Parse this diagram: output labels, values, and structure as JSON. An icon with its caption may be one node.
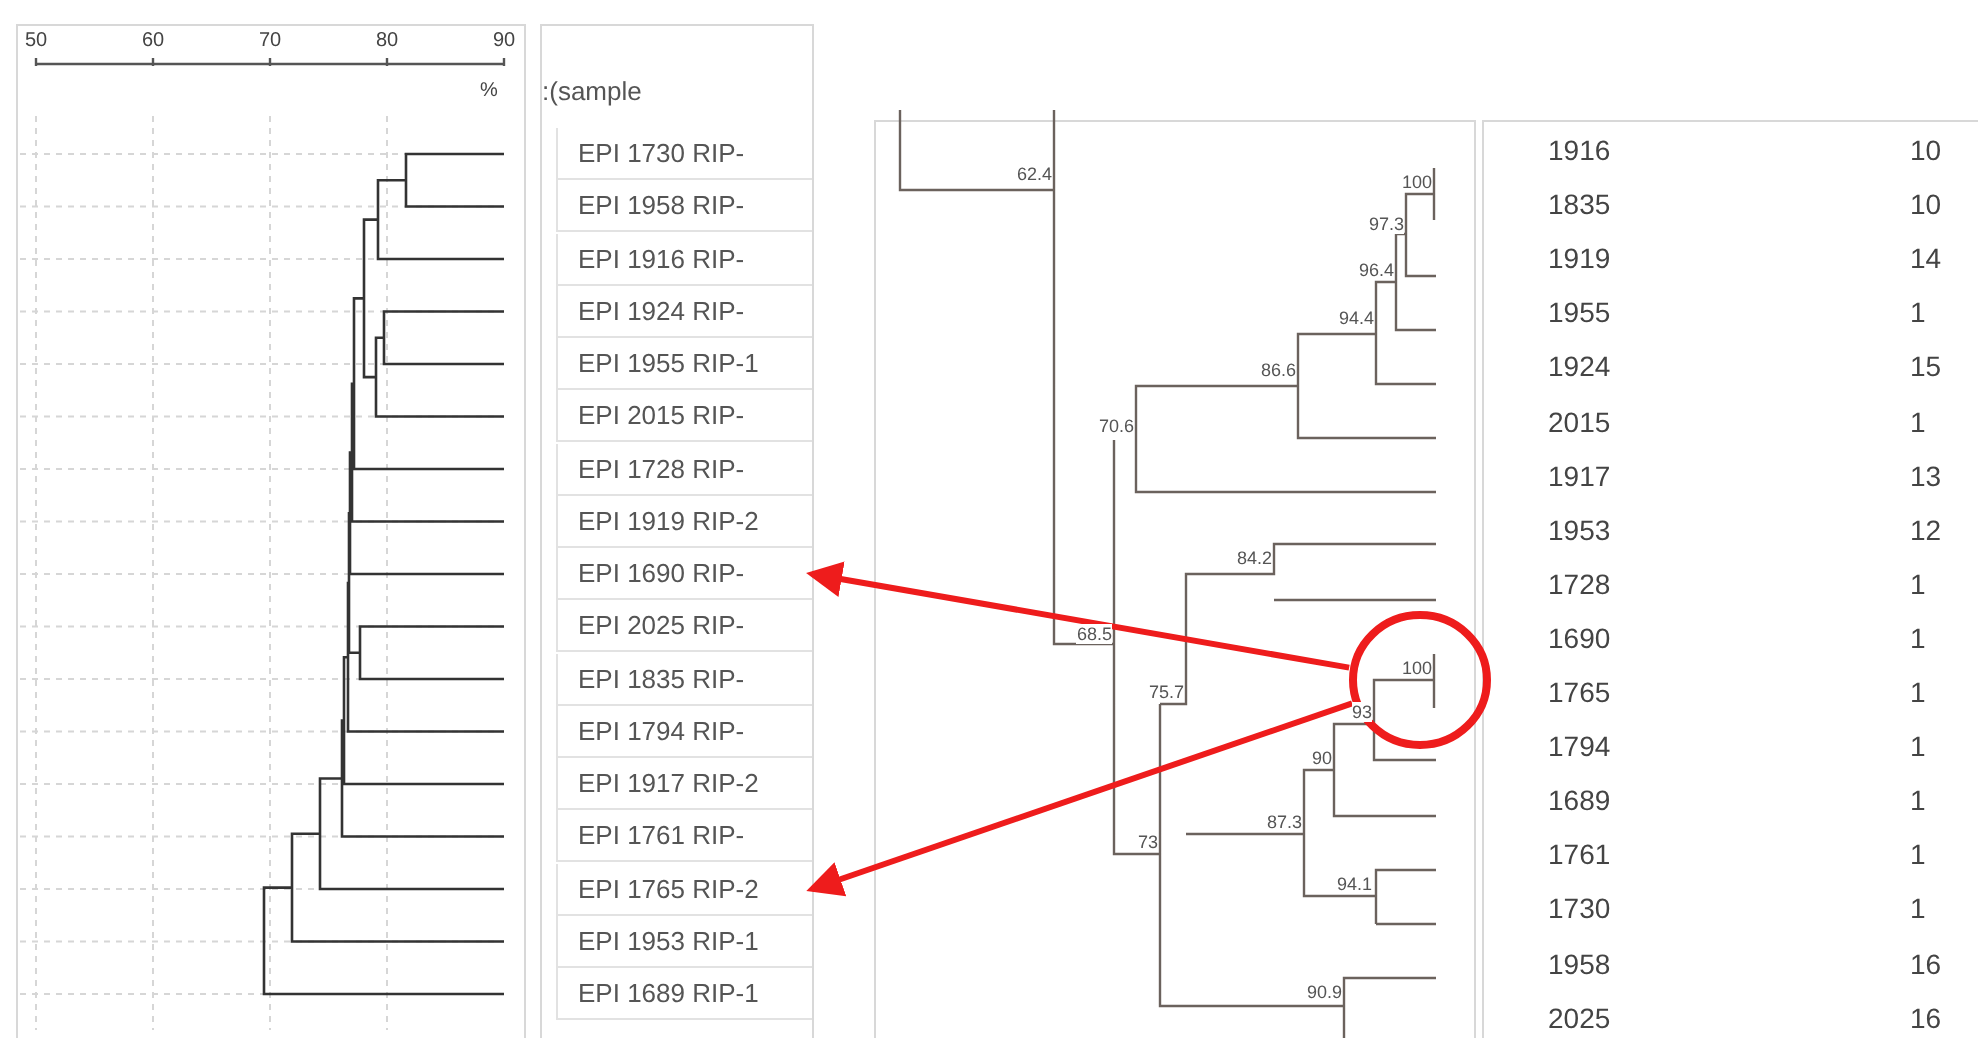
{
  "diagram": {
    "nodes": [
      {
        "text": [
          "EPI 1730 RIP-"
        ]
      },
      {
        "text": [
          "EPI 1958 RIP-"
        ]
      },
      {
        "text": [
          "EPI 1916 RIP-"
        ]
      },
      {
        "text": [
          "EPI 1924 RIP-"
        ]
      },
      {
        "text": [
          "EPI 1955 RIP-1"
        ]
      },
      {
        "text": [
          "EPI 2015 RIP-"
        ]
      },
      {
        "text": [
          "EPI 1728 RIP-"
        ]
      },
      {
        "text": [
          "EPI 1919 RIP-2"
        ]
      },
      {
        "text": [
          "EPI 1690 RIP-"
        ]
      },
      {
        "text": [
          "EPI 2025 RIP-"
        ]
      },
      {
        "text": [
          "EPI 1835 RIP-"
        ]
      },
      {
        "text": [
          "EPI 1794 RIP-"
        ]
      },
      {
        "text": [
          "EPI 1917 RIP-2"
        ]
      },
      {
        "text": [
          "EPI 1761 RIP-"
        ]
      },
      {
        "text": [
          "EPI 1765 RIP-2"
        ]
      },
      {
        "text": [
          "EPI 1953 RIP-1"
        ]
      },
      {
        "text": [
          "EPI 1689 RIP-1"
        ]
      },
      {
        "text": [],
        "shape": "circle"
      }
    ],
    "edges": [
      {
        "from": 17,
        "to": 8,
        "arrow": "to",
        "color": "#ee1c1c"
      },
      {
        "from": 17,
        "to": 14,
        "arrow": "to",
        "color": "#ee1c1c"
      }
    ],
    "labels": [
      "50",
      "60",
      "70",
      "80",
      "90",
      "%",
      ":(sample",
      "62.4",
      "100",
      "97.3",
      "96.4",
      "94.4",
      "86.6",
      "70.6",
      "84.2",
      "68.5",
      "100",
      "93",
      "90",
      "75.7",
      "87.3",
      "73",
      "94.1",
      "90.9",
      "1916",
      "10",
      "1835",
      "10",
      "1919",
      "14",
      "1955",
      "1",
      "1924",
      "15",
      "2015",
      "1",
      "1917",
      "13",
      "1953",
      "12",
      "1728",
      "1",
      "1690",
      "1",
      "1765",
      "1",
      "1794",
      "1",
      "1689",
      "1",
      "1761",
      "1",
      "1730",
      "1",
      "1958",
      "16",
      "2025",
      "16"
    ]
  }
}
